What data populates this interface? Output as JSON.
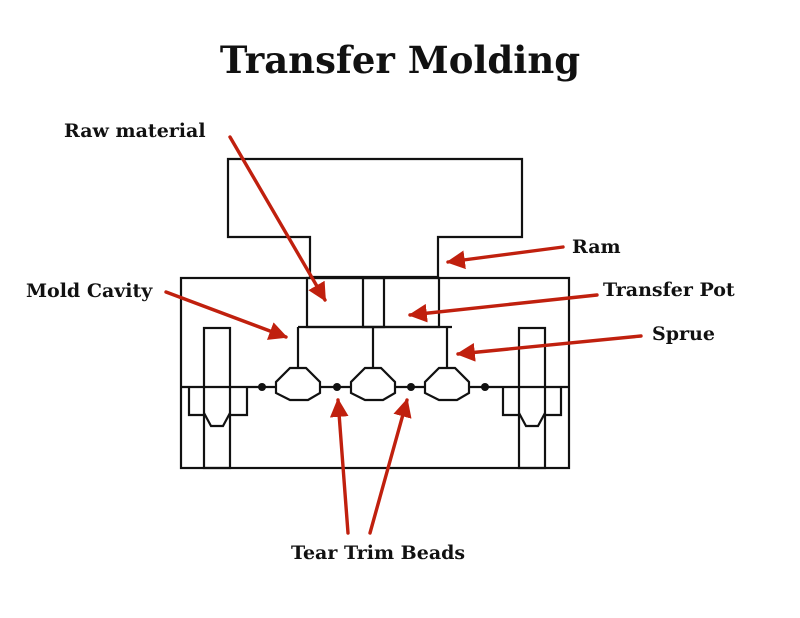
{
  "diagram": {
    "title": "Transfer Molding",
    "labels": {
      "raw_material": "Raw material",
      "ram": "Ram",
      "mold_cavity": "Mold Cavity",
      "transfer_pot": "Transfer Pot",
      "sprue": "Sprue",
      "tear_trim_beads": "Tear Trim Beads"
    },
    "colors": {
      "arrow": "#c0200e",
      "line": "#111111",
      "background": "#ffffff"
    }
  }
}
